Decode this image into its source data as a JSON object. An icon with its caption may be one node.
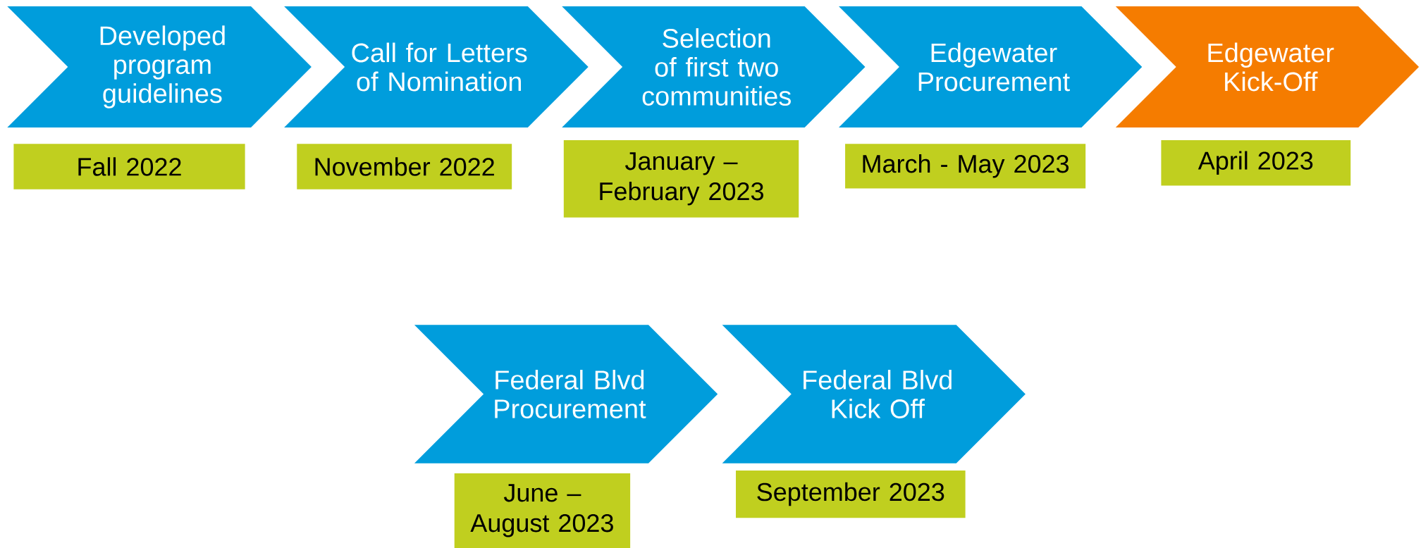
{
  "diagram": {
    "nodes": [
      {
        "text": [
          "Developed program guidelines"
        ]
      },
      {
        "text": [
          "Fall 2022"
        ]
      },
      {
        "text": [
          "Call for Letters of Nomination"
        ]
      },
      {
        "text": [
          "November 2022"
        ]
      },
      {
        "text": [
          "Selection of first two communities"
        ]
      },
      {
        "text": [
          "January – February 2023"
        ]
      },
      {
        "text": [
          "Edgewater Procurement"
        ]
      },
      {
        "text": [
          "March - May 2023"
        ]
      },
      {
        "text": [
          "Edgewater Kick-Off"
        ]
      },
      {
        "text": [
          "April 2023"
        ]
      },
      {
        "text": [
          "Federal Blvd Procurement"
        ]
      },
      {
        "text": [
          "June – August 2023"
        ]
      },
      {
        "text": [
          "Federal Blvd Kick Off"
        ]
      },
      {
        "text": [
          "September 2023"
        ]
      }
    ],
    "edges": []
  }
}
